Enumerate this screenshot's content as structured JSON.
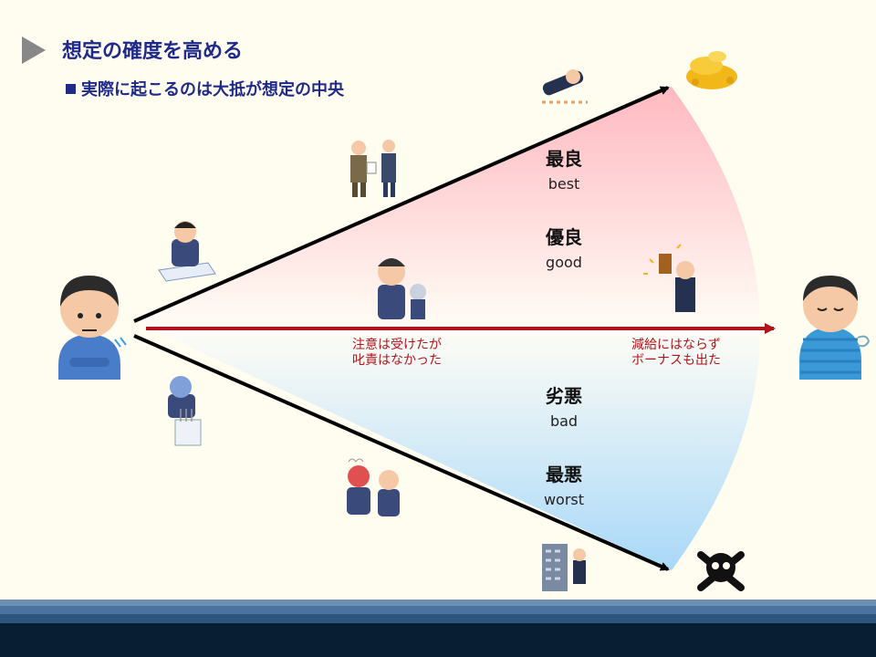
{
  "header": {
    "title": "想定の確度を高める",
    "subtitle": "実際に起こるのは大抵が想定の中央"
  },
  "levels": {
    "best": {
      "jp": "最良",
      "en": "best"
    },
    "good": {
      "jp": "優良",
      "en": "good"
    },
    "bad": {
      "jp": "劣悪",
      "en": "bad"
    },
    "worst": {
      "jp": "最悪",
      "en": "worst"
    }
  },
  "notes": {
    "middle_left": [
      "注意は受けたが",
      "叱責はなかった"
    ],
    "middle_right": [
      "減給にはならず",
      "ボーナスも出た"
    ]
  },
  "colors": {
    "title": "#1f2a8a",
    "center_arrow": "#b3141b",
    "fan_top": "#ffb8c0",
    "fan_bottom": "#a8d8f8",
    "footer_dark": "#071e33"
  },
  "icons": [
    "worried-man-icon",
    "relieved-man-icon",
    "gold-coins-icon",
    "skull-icon",
    "businessman-falling-icon",
    "boss-and-employee-icon",
    "phone-apology-icon",
    "scolded-employee-icon",
    "bonus-envelope-icon",
    "shredder-employee-icon",
    "angry-boss-icon",
    "fired-building-icon"
  ]
}
